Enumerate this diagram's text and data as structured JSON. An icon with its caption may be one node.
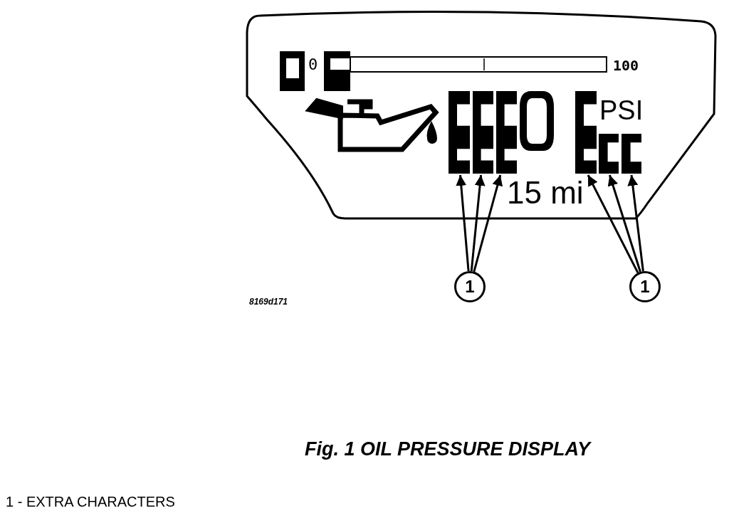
{
  "diagram": {
    "caption": "Fig. 1 OIL PRESSURE DISPLAY",
    "nodes": [
      {
        "text": [
          "1"
        ]
      },
      {
        "text": [
          "1"
        ]
      },
      {
        "text": [],
        "shape": "box"
      },
      {
        "text": [],
        "shape": "box"
      },
      {
        "text": [],
        "shape": "box"
      },
      {
        "text": [],
        "shape": "box"
      },
      {
        "text": [],
        "shape": "box"
      },
      {
        "text": [],
        "shape": "box"
      }
    ],
    "edges": [
      {
        "from": 0,
        "to": 2,
        "arrow": "to"
      },
      {
        "from": 0,
        "to": 3,
        "arrow": "to"
      },
      {
        "from": 0,
        "to": 4,
        "arrow": "to"
      },
      {
        "from": 1,
        "to": 5,
        "arrow": "to"
      },
      {
        "from": 1,
        "to": 6,
        "arrow": "to"
      },
      {
        "from": 1,
        "to": 7,
        "arrow": "to"
      }
    ],
    "labels": [
      "0",
      "100",
      "PSI",
      "15 mi",
      "8169d171",
      "1 - EXTRA CHARACTERS"
    ]
  }
}
